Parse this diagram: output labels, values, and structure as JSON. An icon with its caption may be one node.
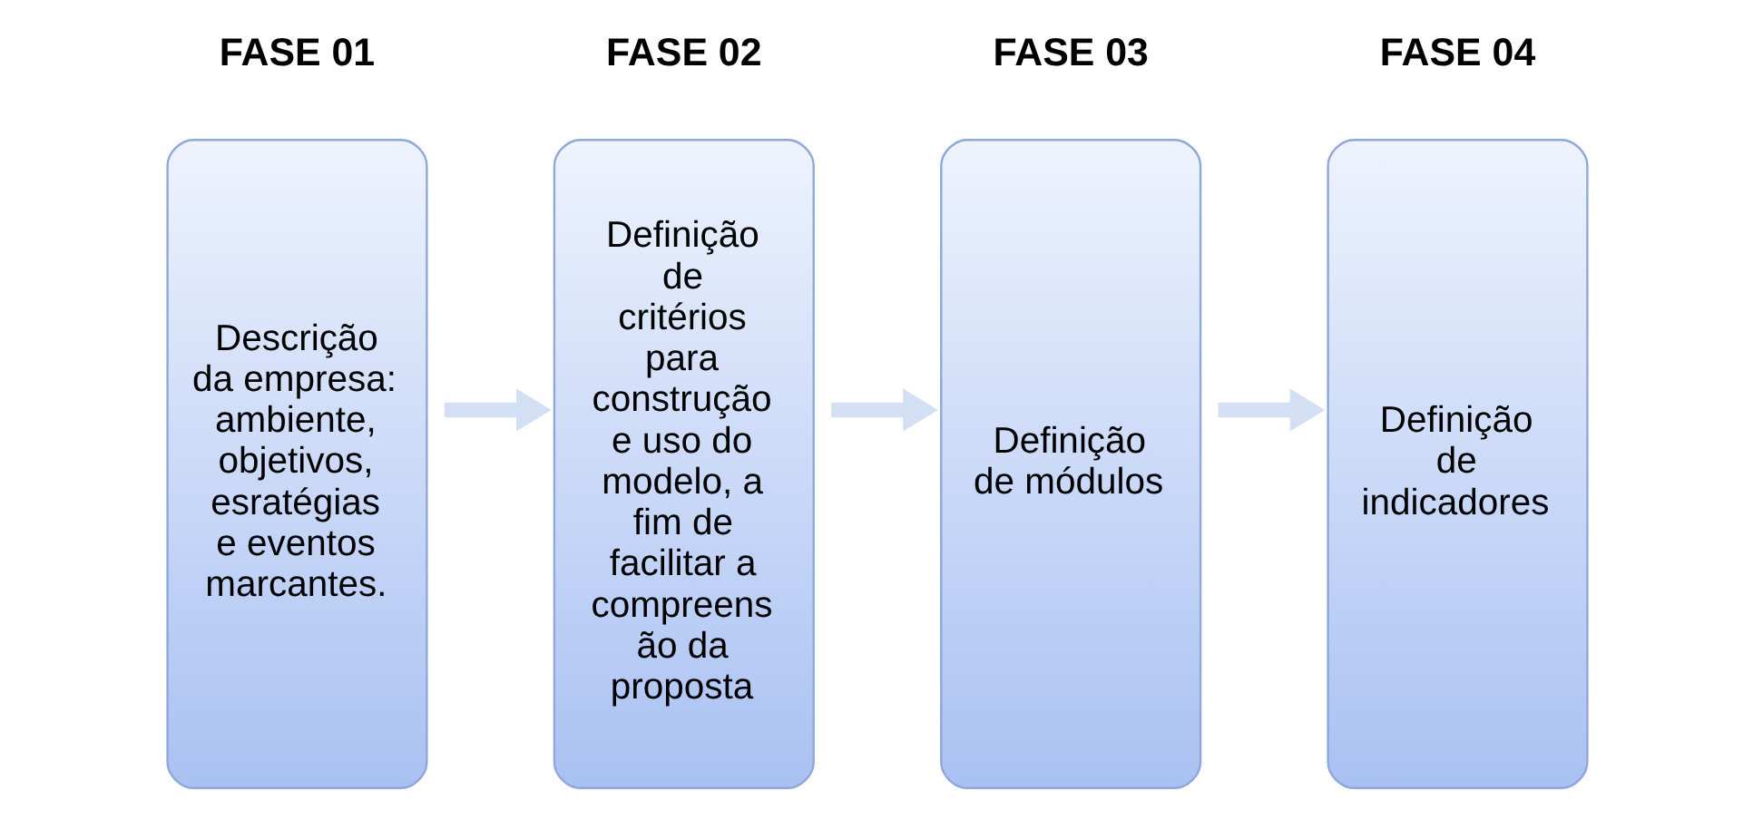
{
  "diagram": {
    "nodes": [
      {
        "text": [
          "FASE 01",
          "Descrição da empresa: ambiente, objetivos, esratégias e eventos marcantes."
        ]
      },
      {
        "text": [
          "FASE 02",
          "Definição de critérios para construção e uso do modelo, a fim de facilitar a compreens ão da proposta"
        ]
      },
      {
        "text": [
          "FASE 03",
          "Definição de módulos"
        ]
      },
      {
        "text": [
          "FASE 04",
          "Definição de indicadores"
        ]
      }
    ],
    "edges": [
      {
        "from": 0,
        "to": 1,
        "arrow": "to"
      },
      {
        "from": 1,
        "to": 2,
        "arrow": "to"
      },
      {
        "from": 2,
        "to": 3,
        "arrow": "to"
      }
    ]
  }
}
